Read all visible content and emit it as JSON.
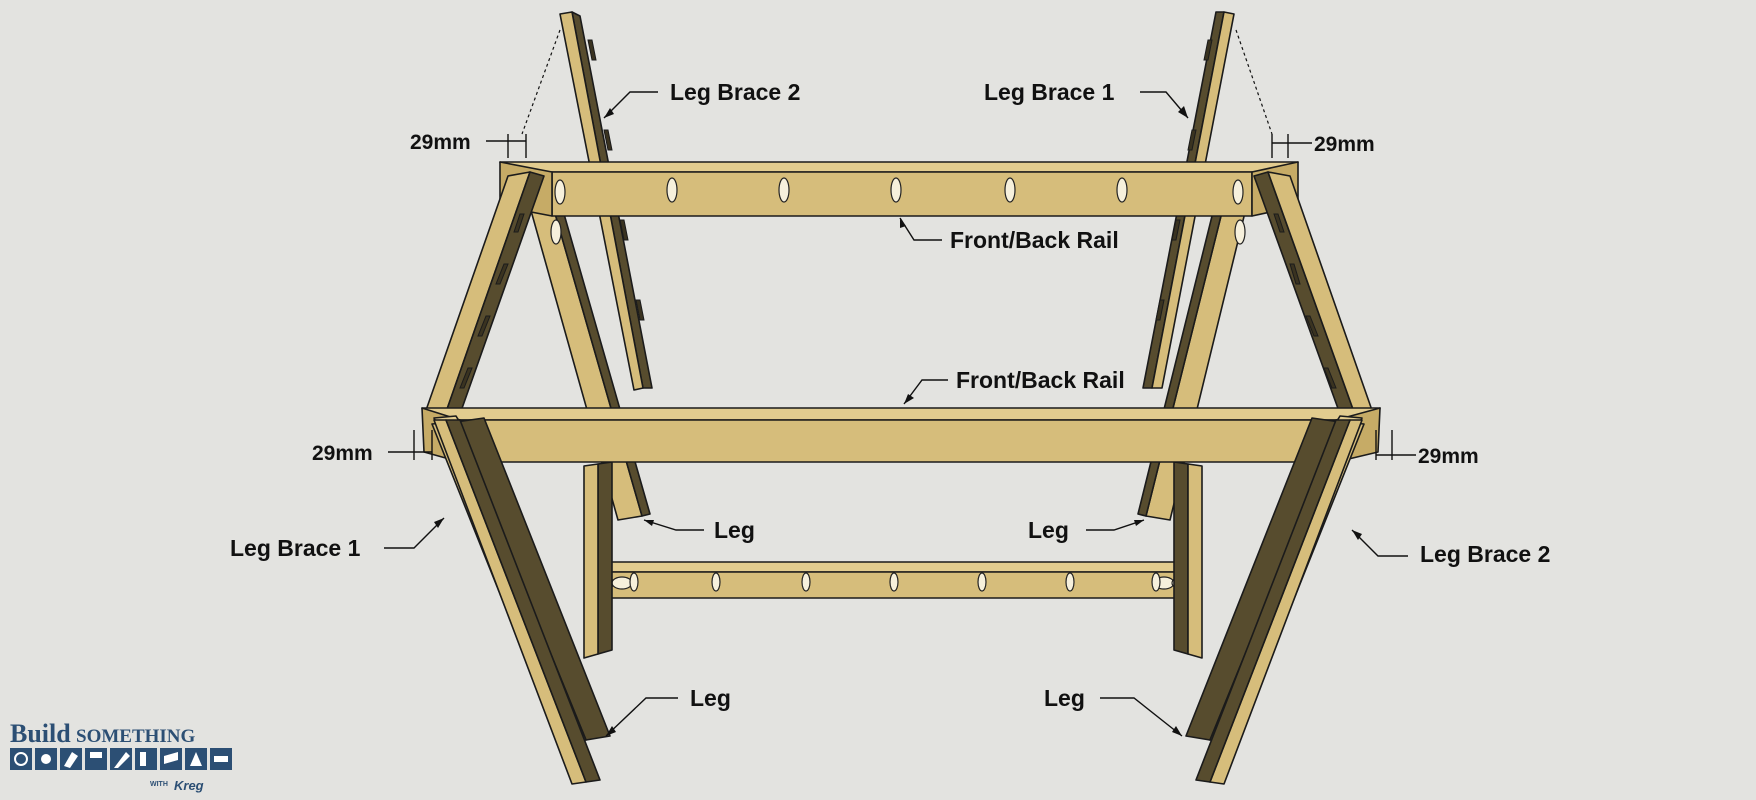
{
  "labels": {
    "leg_brace_2_top": "Leg Brace 2",
    "leg_brace_1_top": "Leg Brace 1",
    "front_back_rail_back": "Front/Back Rail",
    "front_back_rail_front": "Front/Back Rail",
    "leg_brace_1_bottom": "Leg Brace 1",
    "leg_brace_2_bottom": "Leg Brace 2",
    "leg_mid_left": "Leg",
    "leg_mid_right": "Leg",
    "leg_bottom_left": "Leg",
    "leg_bottom_right": "Leg"
  },
  "dimensions": {
    "top_left": "29mm",
    "top_right": "29mm",
    "mid_left": "29mm",
    "mid_right": "29mm"
  },
  "logo": {
    "build": "Build",
    "something": "SOMETHING",
    "with": "WITH",
    "kreg": "Kreg"
  },
  "colors": {
    "wood_face": "#d6bd7b",
    "wood_dark": "#574c2e",
    "background": "#e3e3e0",
    "logo_blue": "#2c4f74"
  }
}
